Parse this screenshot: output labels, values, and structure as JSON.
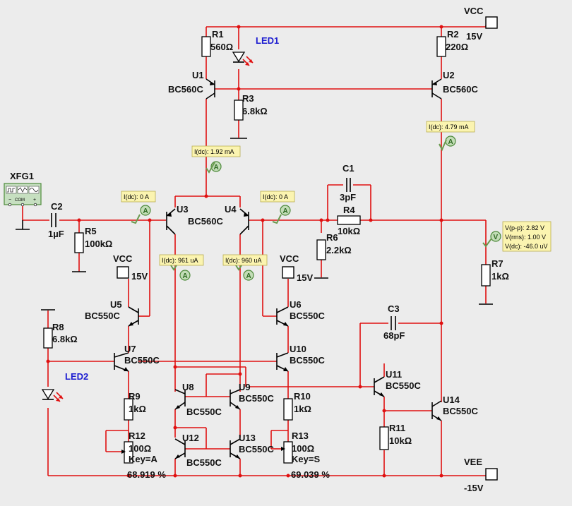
{
  "labels": {
    "vcc_top": "VCC",
    "vcc_top_val": "15V",
    "vcc_l": "VCC",
    "vcc_l_val": "15V",
    "vcc_r": "VCC",
    "vcc_r_val": "15V",
    "vee": "VEE",
    "vee_val": "-15V",
    "xfg1": "XFG1",
    "xfg_com": "COM",
    "led1": "LED1",
    "led2": "LED2",
    "r1": "R1",
    "r1_val": "560Ω",
    "r2": "R2",
    "r2_val": "220Ω",
    "r3": "R3",
    "r3_val": "6.8kΩ",
    "r4": "R4",
    "r4_val": "10kΩ",
    "r5": "R5",
    "r5_val": "100kΩ",
    "r6": "R6",
    "r6_val": "2.2kΩ",
    "r7": "R7",
    "r7_val": "1kΩ",
    "r8": "R8",
    "r8_val": "6.8kΩ",
    "r9": "R9",
    "r9_val": "1kΩ",
    "r10": "R10",
    "r10_val": "1kΩ",
    "r11": "R11",
    "r11_val": "10kΩ",
    "r12": "R12",
    "r12_val": "100Ω",
    "r12_key": "Key=A",
    "r12_pct": "68.919 %",
    "r13": "R13",
    "r13_val": "100Ω",
    "r13_key": "Key=S",
    "r13_pct": "69.039 %",
    "c1": "C1",
    "c1_val": "3pF",
    "c2": "C2",
    "c2_val": "1µF",
    "c3": "C3",
    "c3_val": "68pF",
    "u1": "U1",
    "u1_type": "BC560C",
    "u2": "U2",
    "u2_type": "BC560C",
    "u3": "U3",
    "u34_type": "BC560C",
    "u4": "U4",
    "u5": "U5",
    "u5_type": "BC550C",
    "u6": "U6",
    "u6_type": "BC550C",
    "u7": "U7",
    "u7_type": "BC550C",
    "u8": "U8",
    "u8_type": "BC550C",
    "u9": "U9",
    "u9_type": "BC550C",
    "u10": "U10",
    "u10_type": "BC550C",
    "u11": "U11",
    "u11_type": "BC550C",
    "u12": "U12",
    "u12_type": "BC550C",
    "u13": "U13",
    "u13_type": "BC550C",
    "u14": "U14",
    "u14_type": "BC550C"
  },
  "probes": {
    "p_u1": "I(dc): 1.92 mA",
    "p_u2": "I(dc): 4.79 mA",
    "p_in_l": "I(dc): 0 A",
    "p_in_r": "I(dc): 0 A",
    "p_961": "I(dc): 961 uA",
    "p_960": "I(dc): 960 uA",
    "p_v_pp": "V(p-p): 2.82 V",
    "p_v_rms": "V(rms): 1.00 V",
    "p_v_dc": "V(dc): -46.0 uV"
  },
  "meter_glyphs": {
    "ammeter": "A",
    "voltmeter": "V"
  },
  "colors": {
    "wire": "#e01010",
    "led_label": "#1c1cd0",
    "probe_bg": "#fbf4b0",
    "meter": "#c2dcb6"
  }
}
